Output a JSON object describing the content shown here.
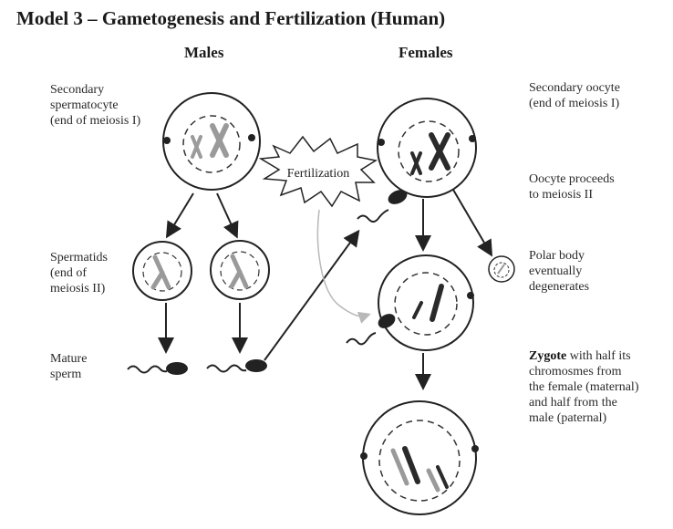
{
  "title": "Model 3 – Gametogenesis and Fertilization (Human)",
  "headers": {
    "males": "Males",
    "females": "Females"
  },
  "labels": {
    "secondary_spermatocyte": "Secondary\nspermatocyte\n(end of meiosis I)",
    "spermatids": "Spermatids\n(end of\nmeiosis II)",
    "mature_sperm": "Mature\nsperm",
    "secondary_oocyte": "Secondary oocyte\n(end of meiosis I)",
    "oocyte_meiosis": "Oocyte proceeds\nto meiosis II",
    "polar_body": "Polar body\neventually\ndegenerates",
    "zygote_bold": "Zygote",
    "zygote_rest": " with half its\nchromosmes from\nthe female (maternal)\nand half from the\nmale (paternal)",
    "fertilization": "Fertilization"
  },
  "colors": {
    "line": "#222222",
    "grey_chrom": "#9a9a9a",
    "dark_chrom": "#2a2a2a",
    "faint_arrow": "#b8b8b8"
  }
}
